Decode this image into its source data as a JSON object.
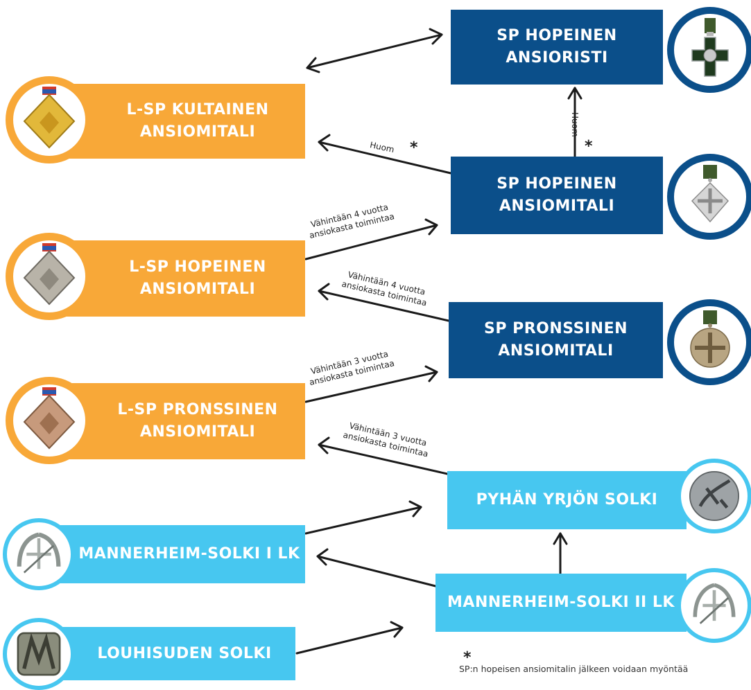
{
  "colors": {
    "navy": "#0b4f8a",
    "orange": "#f8a838",
    "cyan": "#47c7f0"
  },
  "nodes": {
    "sp_hopeinen_ansioristi": {
      "line1": "SP HOPEINEN",
      "line2": "ANSIORISTI",
      "icon": "silver-cross-medal-icon"
    },
    "sp_hopeinen_ansiomitali": {
      "line1": "SP HOPEINEN",
      "line2": "ANSIOMITALI",
      "icon": "silver-cross-pendant-medal-icon"
    },
    "sp_pronssinen_ansiomitali": {
      "line1": "SP PRONSSINEN",
      "line2": "ANSIOMITALI",
      "icon": "bronze-cross-pendant-medal-icon"
    },
    "pyhan_yrjon_solki": {
      "line1": "PYHÄN YRJÖN SOLKI",
      "icon": "saint-george-buckle-icon"
    },
    "mannerheim_solki_ii": {
      "line1": "MANNERHEIM-SOLKI II LK",
      "icon": "mannerheim-buckle-ii-icon"
    },
    "lsp_kultainen": {
      "line1": "L-SP KULTAINEN",
      "line2": "ANSIOMITALI",
      "icon": "gold-fox-medal-icon"
    },
    "lsp_hopeinen": {
      "line1": "L-SP HOPEINEN",
      "line2": "ANSIOMITALI",
      "icon": "silver-fox-medal-icon"
    },
    "lsp_pronssinen": {
      "line1": "L-SP PRONSSINEN",
      "line2": "ANSIOMITALI",
      "icon": "bronze-fox-medal-icon"
    },
    "mannerheim_solki_i": {
      "line1": "MANNERHEIM-SOLKI I LK",
      "icon": "mannerheim-buckle-i-icon"
    },
    "louhisuden_solki": {
      "line1": "LOUHISUDEN SOLKI",
      "icon": "louhisuden-buckle-icon"
    }
  },
  "edge_labels": {
    "huom": "Huom",
    "star": "*",
    "min4_l1": "Vähintään 4 vuotta",
    "min4_l2": "ansiokasta toimintaa",
    "min3_l1": "Vähintään 3 vuotta",
    "min3_l2": "ansiokasta toimintaa"
  },
  "footnote": {
    "star": "*",
    "text": "SP:n hopeisen ansiomitalin jälkeen voidaan myöntää"
  }
}
